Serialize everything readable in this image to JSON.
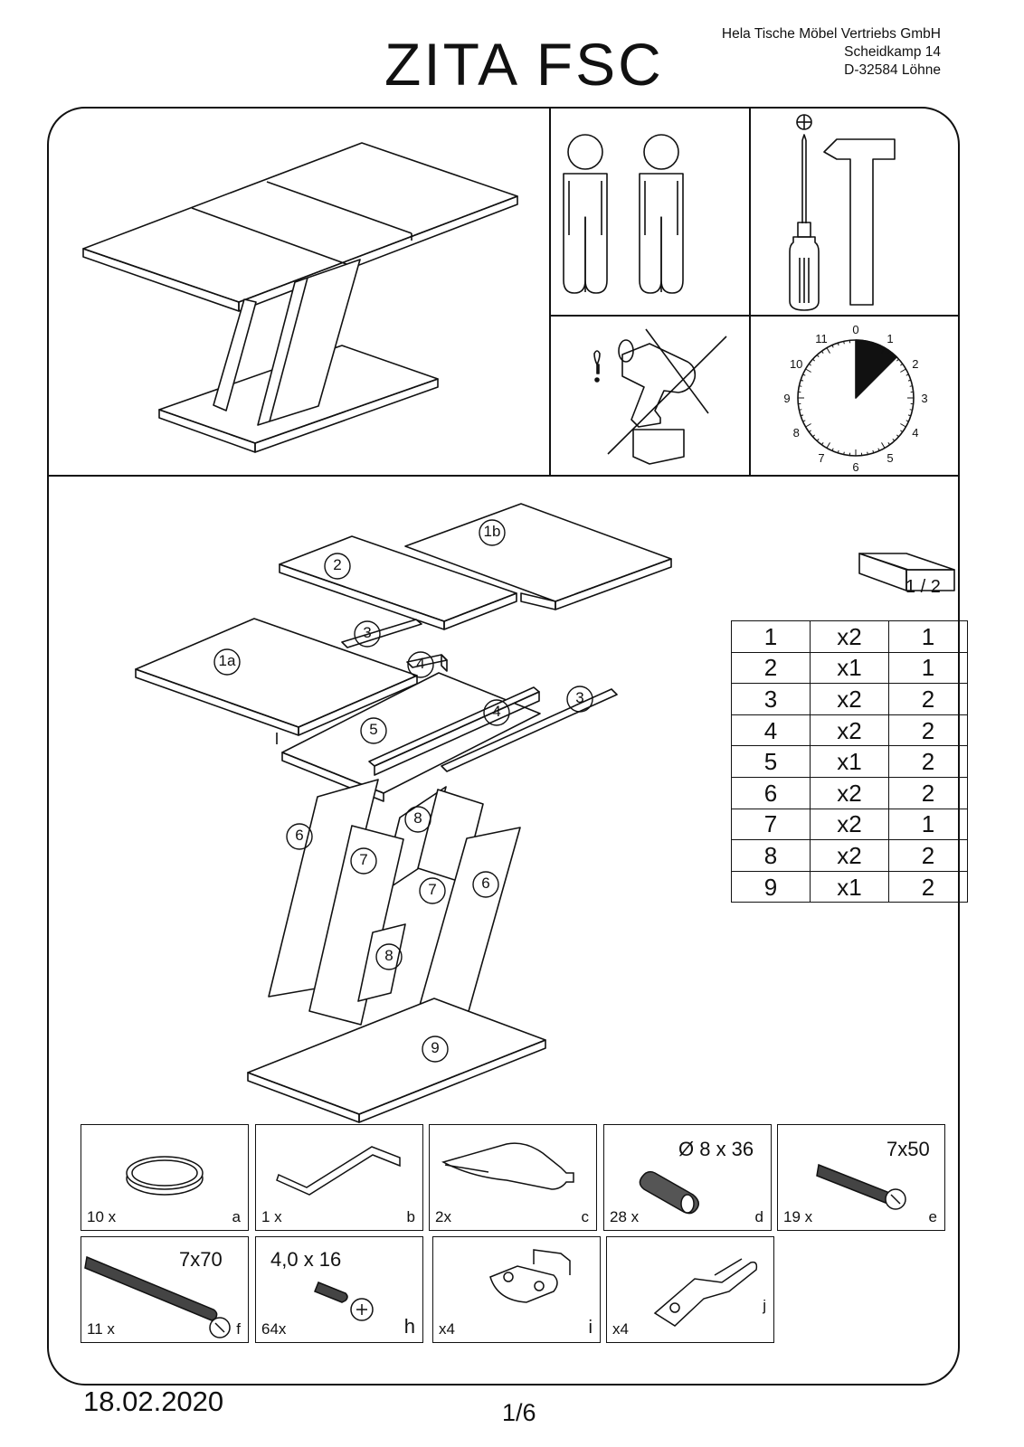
{
  "header": {
    "title": "ZITA FSC",
    "company_lines": [
      "Hela Tische Möbel Vertriebs GmbH",
      "Scheidkamp 14",
      "D-32584 Löhne"
    ]
  },
  "clock": {
    "numbers": [
      "0",
      "1",
      "2",
      "3",
      "4",
      "5",
      "6",
      "7",
      "8",
      "9",
      "10",
      "11"
    ],
    "duration_fraction": 0.125
  },
  "exploded_view": {
    "labels": [
      "1b",
      "2",
      "3",
      "1a",
      "4",
      "4",
      "3",
      "5",
      "8",
      "6",
      "7",
      "7",
      "6",
      "8",
      "9"
    ],
    "package_label": "1 / 2"
  },
  "parts_table": [
    {
      "part": "1",
      "qty": "x2",
      "box": "1"
    },
    {
      "part": "2",
      "qty": "x1",
      "box": "1"
    },
    {
      "part": "3",
      "qty": "x2",
      "box": "2"
    },
    {
      "part": "4",
      "qty": "x2",
      "box": "2"
    },
    {
      "part": "5",
      "qty": "x1",
      "box": "2"
    },
    {
      "part": "6",
      "qty": "x2",
      "box": "2"
    },
    {
      "part": "7",
      "qty": "x2",
      "box": "1"
    },
    {
      "part": "8",
      "qty": "x2",
      "box": "2"
    },
    {
      "part": "9",
      "qty": "x1",
      "box": "2"
    }
  ],
  "hardware": [
    {
      "qty": "10 x",
      "letter": "a",
      "dim": ""
    },
    {
      "qty": "1 x",
      "letter": "b",
      "dim": ""
    },
    {
      "qty": "2x",
      "letter": "c",
      "dim": ""
    },
    {
      "qty": "28 x",
      "letter": "d",
      "dim": "Ø 8 x 36"
    },
    {
      "qty": "19 x",
      "letter": "e",
      "dim": "7x50"
    },
    {
      "qty": "11 x",
      "letter": "f",
      "dim": "7x70"
    },
    {
      "qty": "64x",
      "letter": "h",
      "dim": "4,0 x 16"
    },
    {
      "qty": "x4",
      "letter": "i",
      "dim": ""
    },
    {
      "qty": "x4",
      "letter": "j",
      "dim": ""
    }
  ],
  "footer": {
    "date": "18.02.2020",
    "page": "1/6"
  }
}
